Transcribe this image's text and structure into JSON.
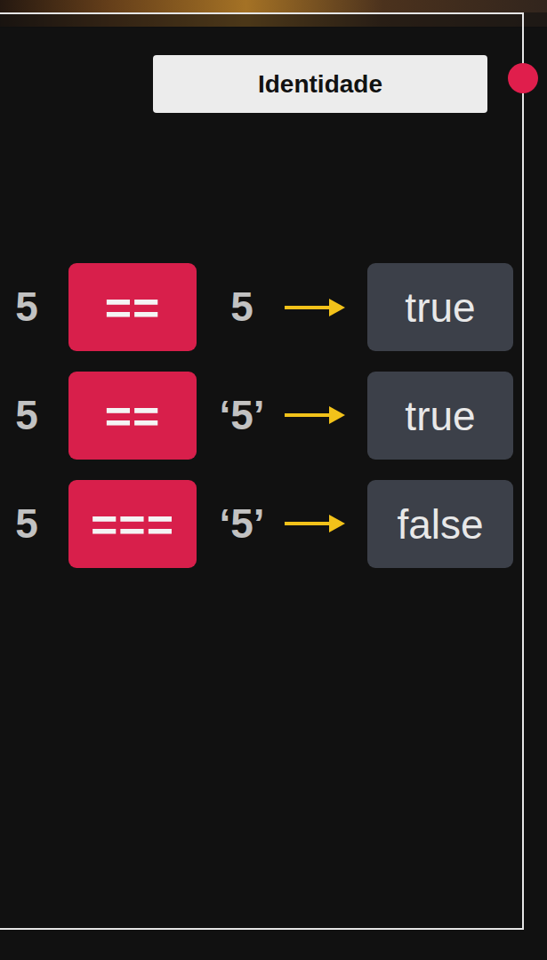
{
  "diagram": {
    "title": "Identidade",
    "nodes": [
      {
        "text": [
          "=="
        ]
      },
      {
        "text": [
          "true"
        ]
      },
      {
        "text": [
          "=="
        ]
      },
      {
        "text": [
          "true"
        ]
      },
      {
        "text": [
          "==="
        ]
      },
      {
        "text": [
          "false"
        ]
      }
    ],
    "labels": [
      "5",
      "5",
      "5",
      "‘5’",
      "5",
      "‘5’"
    ]
  }
}
